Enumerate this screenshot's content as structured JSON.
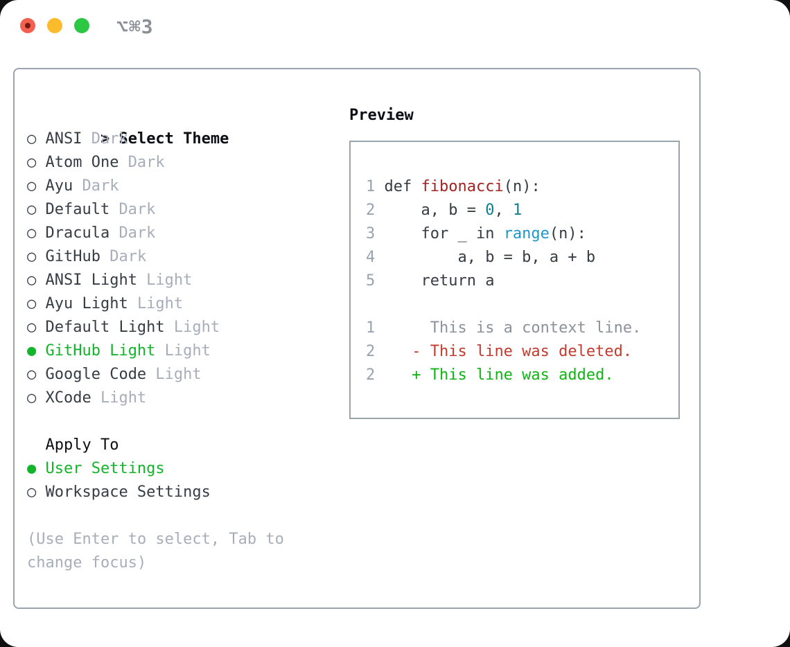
{
  "window": {
    "title_shortcut": "⌥⌘3"
  },
  "icons": {
    "pointer": ">",
    "radio_on": "●",
    "radio_off": "○"
  },
  "theme_picker": {
    "header_label": "Select Theme",
    "items": [
      {
        "name": "ANSI",
        "variant": "Dark",
        "selected": false
      },
      {
        "name": "Atom One",
        "variant": "Dark",
        "selected": false
      },
      {
        "name": "Ayu",
        "variant": "Dark",
        "selected": false
      },
      {
        "name": "Default",
        "variant": "Dark",
        "selected": false
      },
      {
        "name": "Dracula",
        "variant": "Dark",
        "selected": false
      },
      {
        "name": "GitHub",
        "variant": "Dark",
        "selected": false
      },
      {
        "name": "ANSI Light",
        "variant": "Light",
        "selected": false
      },
      {
        "name": "Ayu Light",
        "variant": "Light",
        "selected": false
      },
      {
        "name": "Default Light",
        "variant": "Light",
        "selected": false
      },
      {
        "name": "GitHub Light",
        "variant": "Light",
        "selected": true
      },
      {
        "name": "Google Code",
        "variant": "Light",
        "selected": false
      },
      {
        "name": "XCode",
        "variant": "Light",
        "selected": false
      }
    ],
    "apply_to": {
      "label": "Apply To",
      "options": [
        {
          "name": "User Settings",
          "selected": true
        },
        {
          "name": "Workspace Settings",
          "selected": false
        }
      ]
    },
    "hint": "(Use Enter to select, Tab to\nchange focus)"
  },
  "preview": {
    "label": "Preview",
    "lines": [
      {
        "kind": "code",
        "parts": [
          {
            "t": "1",
            "c": "ln"
          },
          {
            "t": " def ",
            "c": "plain"
          },
          {
            "t": "fibonacci",
            "c": "fn"
          },
          {
            "t": "(n):",
            "c": "plain"
          }
        ]
      },
      {
        "kind": "code",
        "parts": [
          {
            "t": "2",
            "c": "ln"
          },
          {
            "t": "     a, b = ",
            "c": "plain"
          },
          {
            "t": "0",
            "c": "num"
          },
          {
            "t": ", ",
            "c": "plain"
          },
          {
            "t": "1",
            "c": "num"
          }
        ]
      },
      {
        "kind": "code",
        "parts": [
          {
            "t": "3",
            "c": "ln"
          },
          {
            "t": "     for _ in ",
            "c": "plain"
          },
          {
            "t": "range",
            "c": "builtin"
          },
          {
            "t": "(n):",
            "c": "plain"
          }
        ]
      },
      {
        "kind": "code",
        "parts": [
          {
            "t": "4",
            "c": "ln"
          },
          {
            "t": "         a, b = b, a + b",
            "c": "plain"
          }
        ]
      },
      {
        "kind": "code",
        "parts": [
          {
            "t": "5",
            "c": "ln"
          },
          {
            "t": "     return a",
            "c": "plain"
          }
        ]
      },
      {
        "kind": "blank",
        "parts": []
      },
      {
        "kind": "diff-context",
        "parts": [
          {
            "t": "1",
            "c": "ln"
          },
          {
            "t": "      This is a context line.",
            "c": "ctx"
          }
        ]
      },
      {
        "kind": "diff-deleted",
        "parts": [
          {
            "t": "2",
            "c": "ln"
          },
          {
            "t": "    ",
            "c": "plain"
          },
          {
            "t": "- This line was deleted.",
            "c": "del"
          }
        ]
      },
      {
        "kind": "diff-added",
        "parts": [
          {
            "t": "2",
            "c": "ln"
          },
          {
            "t": "    ",
            "c": "plain"
          },
          {
            "t": "+ This line was added.",
            "c": "add"
          }
        ]
      }
    ]
  },
  "colors": {
    "heading": "#0b0e12",
    "text": "#363c43",
    "muted": "#a7aeb9",
    "green": "#12b42a",
    "border": "#9aa3ae",
    "linenum": "#98a2ae",
    "context": "#8b929a",
    "func": "#a32323",
    "number": "#0d7f8d",
    "builtin": "#2097cb",
    "deleted": "#c33b2d",
    "added": "#0fb513",
    "traffic_red": "#f2604f",
    "traffic_red_dot": "#76180f",
    "traffic_yellow": "#fbbb2d",
    "traffic_green": "#2cc743",
    "shortcut": "#8b9096"
  }
}
